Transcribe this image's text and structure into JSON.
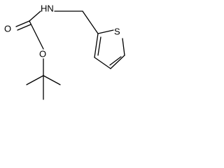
{
  "molecule": {
    "atoms": {
      "nh": "HN",
      "carbonyl_o": "O",
      "ester_o": "O",
      "sulfur": "S"
    }
  }
}
